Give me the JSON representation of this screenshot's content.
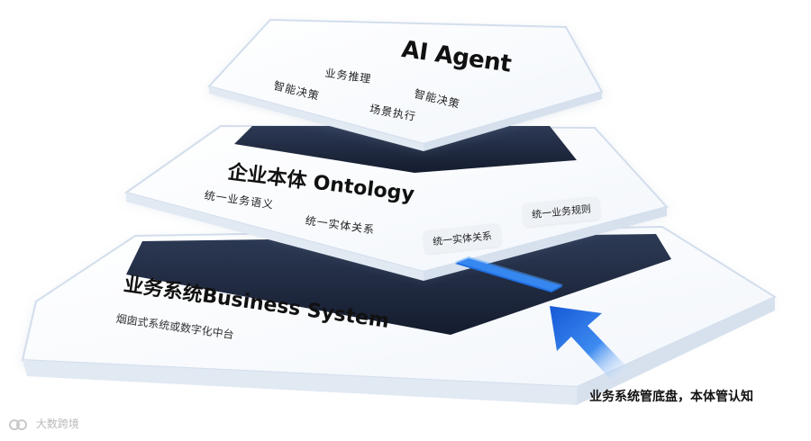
{
  "layers": {
    "agent": {
      "title": "AI Agent",
      "items": [
        "业务推理",
        "智能决策",
        "智能决策",
        "场景执行"
      ]
    },
    "ontology": {
      "title": "企业本体 Ontology",
      "items": [
        "统一业务语义",
        "统一实体关系"
      ],
      "pills": [
        "统一实体关系",
        "统一业务规则"
      ]
    },
    "business": {
      "title": "业务系统Business System",
      "subtitle": "烟囱式系统或数字化中台"
    }
  },
  "caption": "业务系统管底盘，本体管认知",
  "watermark": "大数跨境",
  "colors": {
    "accent": "#1f6fe0",
    "panel_dark": "#1e2a44",
    "slab_edge": "#d7e2ef",
    "ink": "#111111"
  }
}
